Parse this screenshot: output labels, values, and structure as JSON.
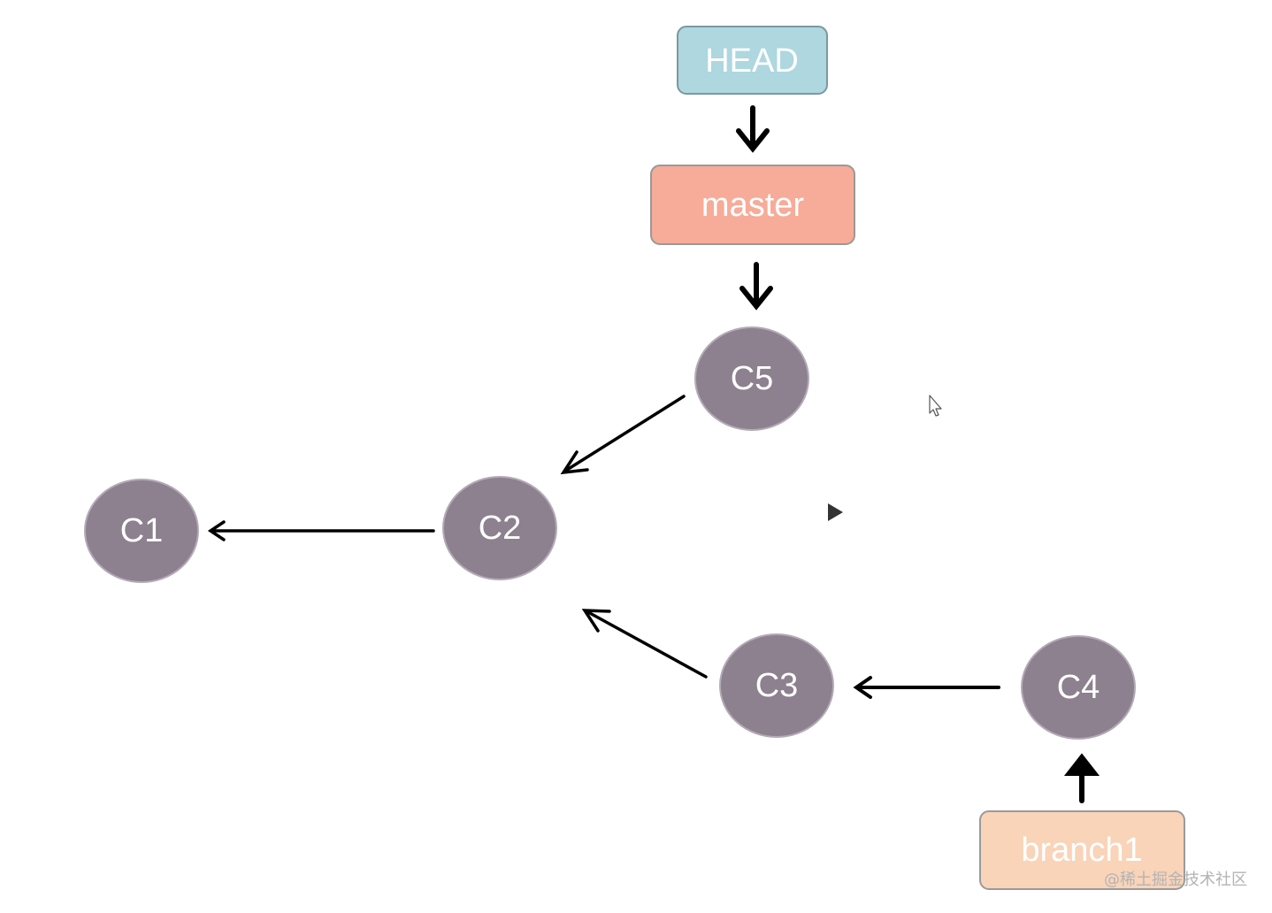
{
  "refs": {
    "head": "HEAD",
    "master": "master",
    "branch1": "branch1"
  },
  "commits": {
    "c1": "C1",
    "c2": "C2",
    "c3": "C3",
    "c4": "C4",
    "c5": "C5"
  },
  "watermark": "@稀土掘金技术社区",
  "colors": {
    "commit_fill": "#8d808f",
    "commit_stroke": "#b3aab6",
    "head_fill": "#aed7df",
    "head_stroke": "#7c98a2",
    "master_fill": "#f7ab99",
    "master_stroke": "#999999",
    "branch1_fill": "#f9d4b9",
    "branch1_stroke": "#9a9a9a",
    "arrow": "#000000"
  },
  "icons": [
    "mouse-cursor-icon",
    "play-icon"
  ]
}
